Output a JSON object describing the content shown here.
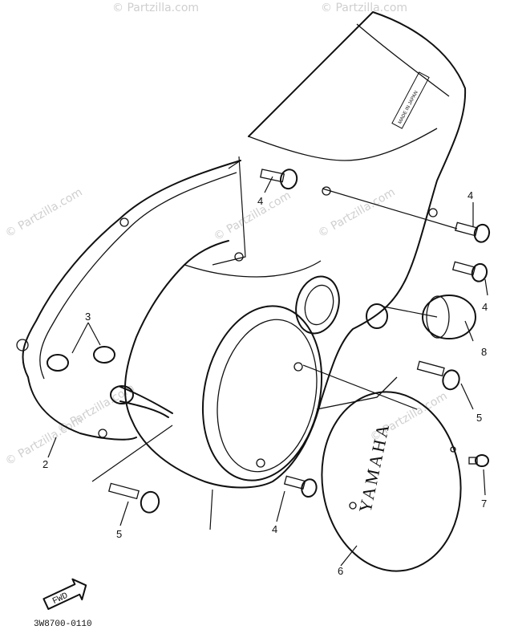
{
  "watermark_text": "© Partzilla.com",
  "footer_code": "3W8700-0110",
  "fwd_label": "FWD",
  "brand_text": "YAMAHA",
  "plate_text": "MADE IN JAPAN",
  "part_labels": [
    "4",
    "4",
    "4",
    "3",
    "8",
    "2",
    "5",
    "5",
    "7",
    "4",
    "6"
  ]
}
